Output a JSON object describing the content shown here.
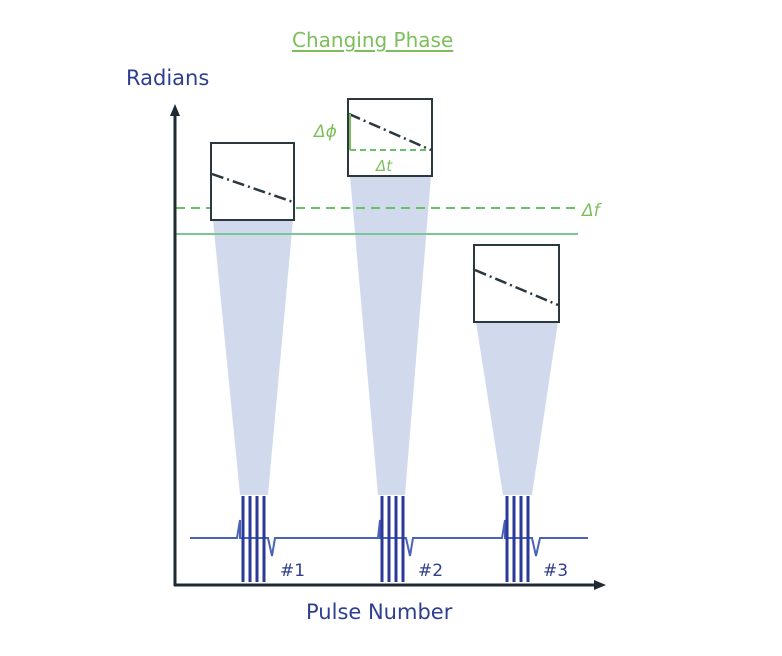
{
  "title": "Changing Phase",
  "axes": {
    "y_label": "Radians",
    "x_label": "Pulse Number"
  },
  "annotations": {
    "delta_phi": "Δϕ",
    "delta_t": "Δt",
    "delta_f": "Δf"
  },
  "pulses": [
    {
      "label": "#1"
    },
    {
      "label": "#2"
    },
    {
      "label": "#3"
    }
  ],
  "colors": {
    "axis": "#1e2a33",
    "text_blue": "#2e3f8f",
    "green": "#7cbf5a",
    "beam": "#c9d3ea",
    "pulse": "#2b3a9a"
  }
}
